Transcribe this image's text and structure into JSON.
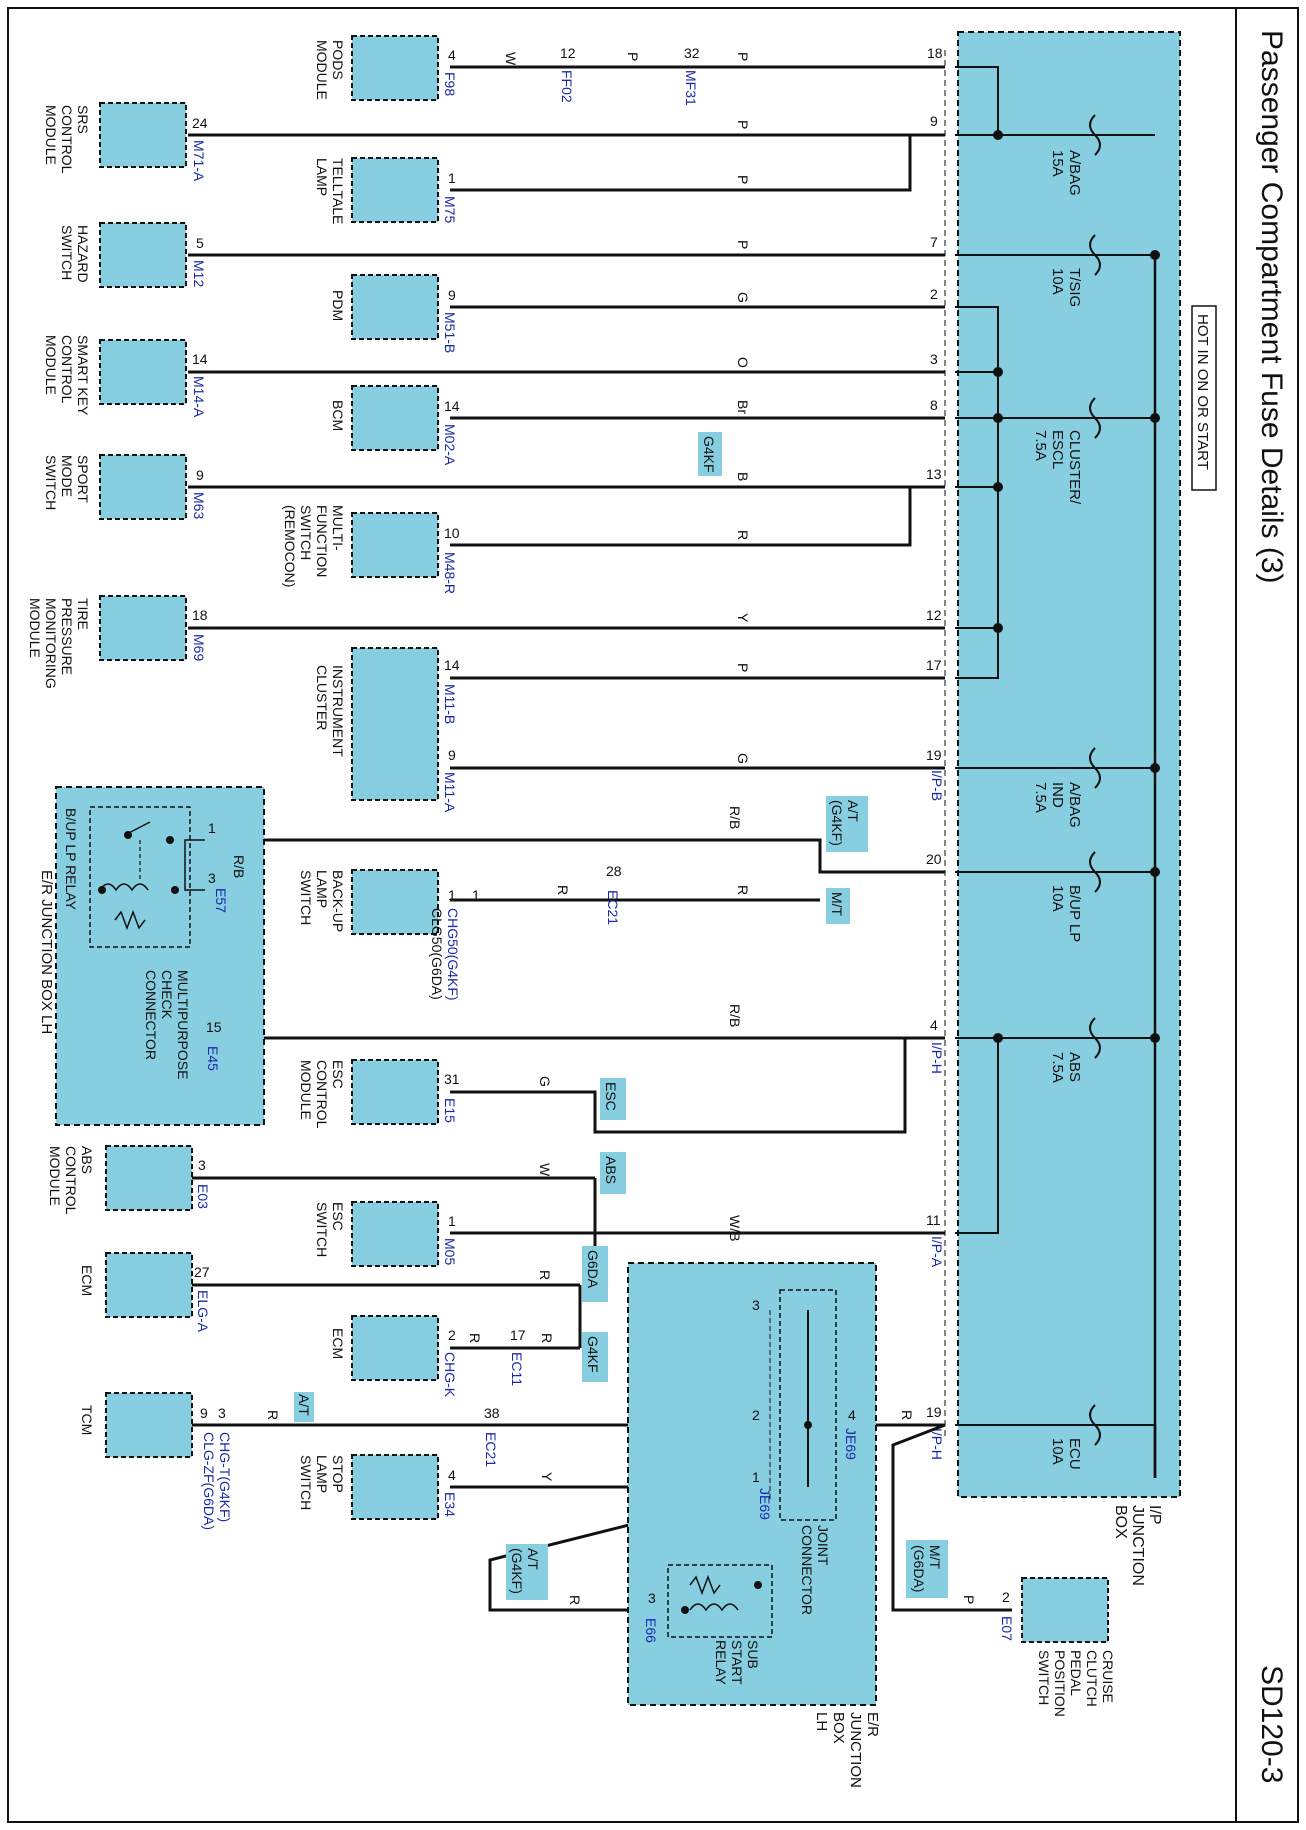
{
  "page": {
    "title": "Passenger Compartment Fuse Details (3)",
    "code": "SD120-3",
    "hot_label": "HOT IN ON OR START"
  },
  "colors": {
    "box_fill": "#86cee0",
    "wire": "#111111",
    "connector_text": "#1a2aa8"
  },
  "junction_boxes": {
    "ip": [
      "I/P",
      "JUNCTION",
      "BOX"
    ],
    "er": [
      "E/R",
      "JUNCTION",
      "BOX",
      "LH"
    ],
    "er_lh": "E/R JUNCTION BOX LH",
    "joint": [
      "JOINT",
      "CONNECTOR"
    ]
  },
  "fuses": [
    {
      "lines": [
        "A/BAG",
        "15A"
      ]
    },
    {
      "lines": [
        "T/SIG",
        "10A"
      ]
    },
    {
      "lines": [
        "CLUSTER/",
        "ESCL",
        "7.5A"
      ]
    },
    {
      "lines": [
        "A/BAG",
        "IND",
        "7.5A"
      ]
    },
    {
      "lines": [
        "B/UP LP",
        "10A"
      ]
    },
    {
      "lines": [
        "ABS",
        "7.5A"
      ]
    },
    {
      "lines": [
        "ECU",
        "10A"
      ]
    }
  ],
  "ip_connectors": [
    "I/P-B",
    "I/P-H",
    "I/P-A",
    "I/P-H"
  ],
  "inner_components": [
    {
      "lines": [
        "PODS",
        "MODULE"
      ],
      "pin": "4",
      "conn": "F98"
    },
    {
      "lines": [
        "TELLTALE",
        "LAMP"
      ],
      "pin": "1",
      "conn": "M75"
    },
    {
      "lines": [
        "PDM"
      ],
      "pin": "9",
      "conn": "M51-B"
    },
    {
      "lines": [
        "BCM"
      ],
      "pin": "14",
      "conn": "M02-A"
    },
    {
      "lines": [
        "MULTI-",
        "FUNCTION",
        "SWITCH",
        "(REMOCON)"
      ],
      "pin": "10",
      "conn": "M48-R"
    },
    {
      "lines": [
        "INSTRUMENT",
        "CLUSTER"
      ],
      "pin": "14",
      "conn": "M11-B",
      "pin2": "9",
      "conn2": "M11-A"
    },
    {
      "lines": [
        "BACK-UP",
        "LAMP",
        "SWITCH"
      ],
      "pin": "1",
      "pin2": "1",
      "conn": "CHG50(G4KF)",
      "conn2": "CLG50(G6DA)"
    },
    {
      "lines": [
        "ESC",
        "CONTROL",
        "MODULE"
      ],
      "pin": "31",
      "conn": "E15"
    },
    {
      "lines": [
        "ESC",
        "SWITCH"
      ],
      "pin": "1",
      "conn": "M05"
    },
    {
      "lines": [
        "ECM"
      ],
      "pin": "2",
      "conn": "CHG-K"
    },
    {
      "lines": [
        "STOP",
        "LAMP",
        "SWITCH"
      ],
      "pin": "4",
      "conn": "E34"
    },
    {
      "lines": [
        "CRUISE",
        "CLUTCH",
        "PEDAL",
        "POSITION",
        "SWITCH"
      ],
      "pin": "2",
      "conn": "E07"
    }
  ],
  "outer_components": [
    {
      "lines": [
        "SRS",
        "CONTROL",
        "MODULE"
      ],
      "pin": "24",
      "conn": "M71-A"
    },
    {
      "lines": [
        "HAZARD",
        "SWITCH"
      ],
      "pin": "5",
      "conn": "M12"
    },
    {
      "lines": [
        "SMART KEY",
        "CONTROL",
        "MODULE"
      ],
      "pin": "14",
      "conn": "M14-A"
    },
    {
      "lines": [
        "SPORT",
        "MODE",
        "SWITCH"
      ],
      "pin": "9",
      "conn": "M63"
    },
    {
      "lines": [
        "TIRE",
        "PRESSURE",
        "MONITORING",
        "MODULE"
      ],
      "pin": "18",
      "conn": "M69"
    },
    {
      "lines": [
        "ABS",
        "CONTROL",
        "MODULE"
      ],
      "pin": "3",
      "conn": "E03"
    },
    {
      "lines": [
        "ECM"
      ],
      "pin": "27",
      "conn": "ELG-A"
    },
    {
      "lines": [
        "TCM"
      ],
      "pin": "3",
      "pin2": "9",
      "conn": "CHG-T(G4KF)",
      "conn2": "CLG-ZF(G6DA)"
    }
  ],
  "relay": {
    "name": [
      "B/UP LP RELAY"
    ],
    "pin1": "1",
    "pin3": "3",
    "conn": "E57",
    "wire": "R/B"
  },
  "mpcc": {
    "lines": [
      "MULTIPURPOSE",
      "CHECK",
      "CONNECTOR"
    ],
    "pin": "15",
    "conn": "E45"
  },
  "sub_start": {
    "lines": [
      "SUB",
      "START",
      "RELAY"
    ],
    "pin": "3",
    "conn": "E66"
  },
  "joint_conn": {
    "conn": "JE69",
    "pins": [
      "4",
      "3",
      "2",
      "1"
    ]
  },
  "inline": [
    {
      "pin": "12",
      "conn": "FF02"
    },
    {
      "pin": "32",
      "conn": "MF31"
    },
    {
      "pin": "28",
      "conn": "EC21"
    },
    {
      "pin": "17",
      "conn": "EC11"
    },
    {
      "pin": "38",
      "conn": "EC21"
    }
  ],
  "ip_pins": [
    "18",
    "9",
    "7",
    "2",
    "3",
    "8",
    "13",
    "12",
    "17",
    "19",
    "20",
    "4",
    "11",
    "19"
  ],
  "wire_colors": [
    "W",
    "P",
    "P",
    "P",
    "P",
    "P",
    "G",
    "O",
    "Br",
    "B",
    "R",
    "Y",
    "P",
    "G",
    "R/B",
    "R",
    "R",
    "R/B",
    "G",
    "W",
    "W/B",
    "R",
    "R",
    "R",
    "R",
    "Y",
    "R",
    "R",
    "P"
  ],
  "tags": {
    "g4kf": "G4KF",
    "at_g4kf": [
      "A/T",
      "(G4KF)"
    ],
    "mt": "M/T",
    "esc": "ESC",
    "abs": "ABS",
    "g6da": "G6DA",
    "g4kf2": "G4KF",
    "at": "A/T",
    "mt_g6da": [
      "M/T",
      "(G6DA)"
    ],
    "at_g4kf2": [
      "A/T",
      "(G4KF)"
    ]
  }
}
